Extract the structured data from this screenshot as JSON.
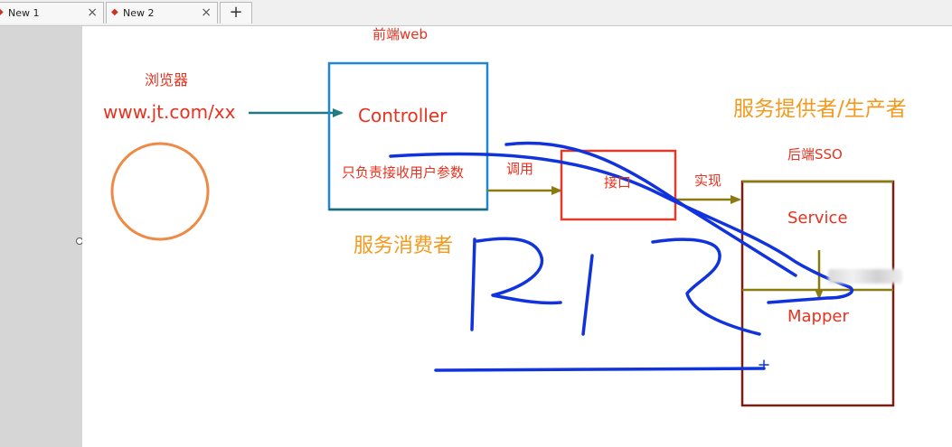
{
  "tabs": [
    {
      "label": "New 1",
      "close": "×"
    },
    {
      "label": "New 2",
      "close": "×"
    }
  ],
  "add_tab": "+",
  "diagram": {
    "browser_title": "浏览器",
    "browser_url": "www.jt.com/xx",
    "frontend_title": "前端web",
    "controller": "Controller",
    "controller_note": "只负责接收用户参数",
    "call_label": "调用",
    "interface": "接口",
    "implement_label": "实现",
    "provider_title": "服务提供者/生产者",
    "backend_title": "后端SSO",
    "service": "Service",
    "mapper": "Mapper",
    "consumer": "服务消费者"
  },
  "colors": {
    "red_text": "#e8311f",
    "orange_text": "#f39a1e",
    "controller_box": "#1f86d6",
    "interface_box": "#e03a2a",
    "backend_box": "#7b1e12",
    "olive_arrow": "#8a7a10",
    "teal_arrow": "#1f7a82",
    "ink": "#1133dd",
    "circle": "#ee8a45"
  }
}
